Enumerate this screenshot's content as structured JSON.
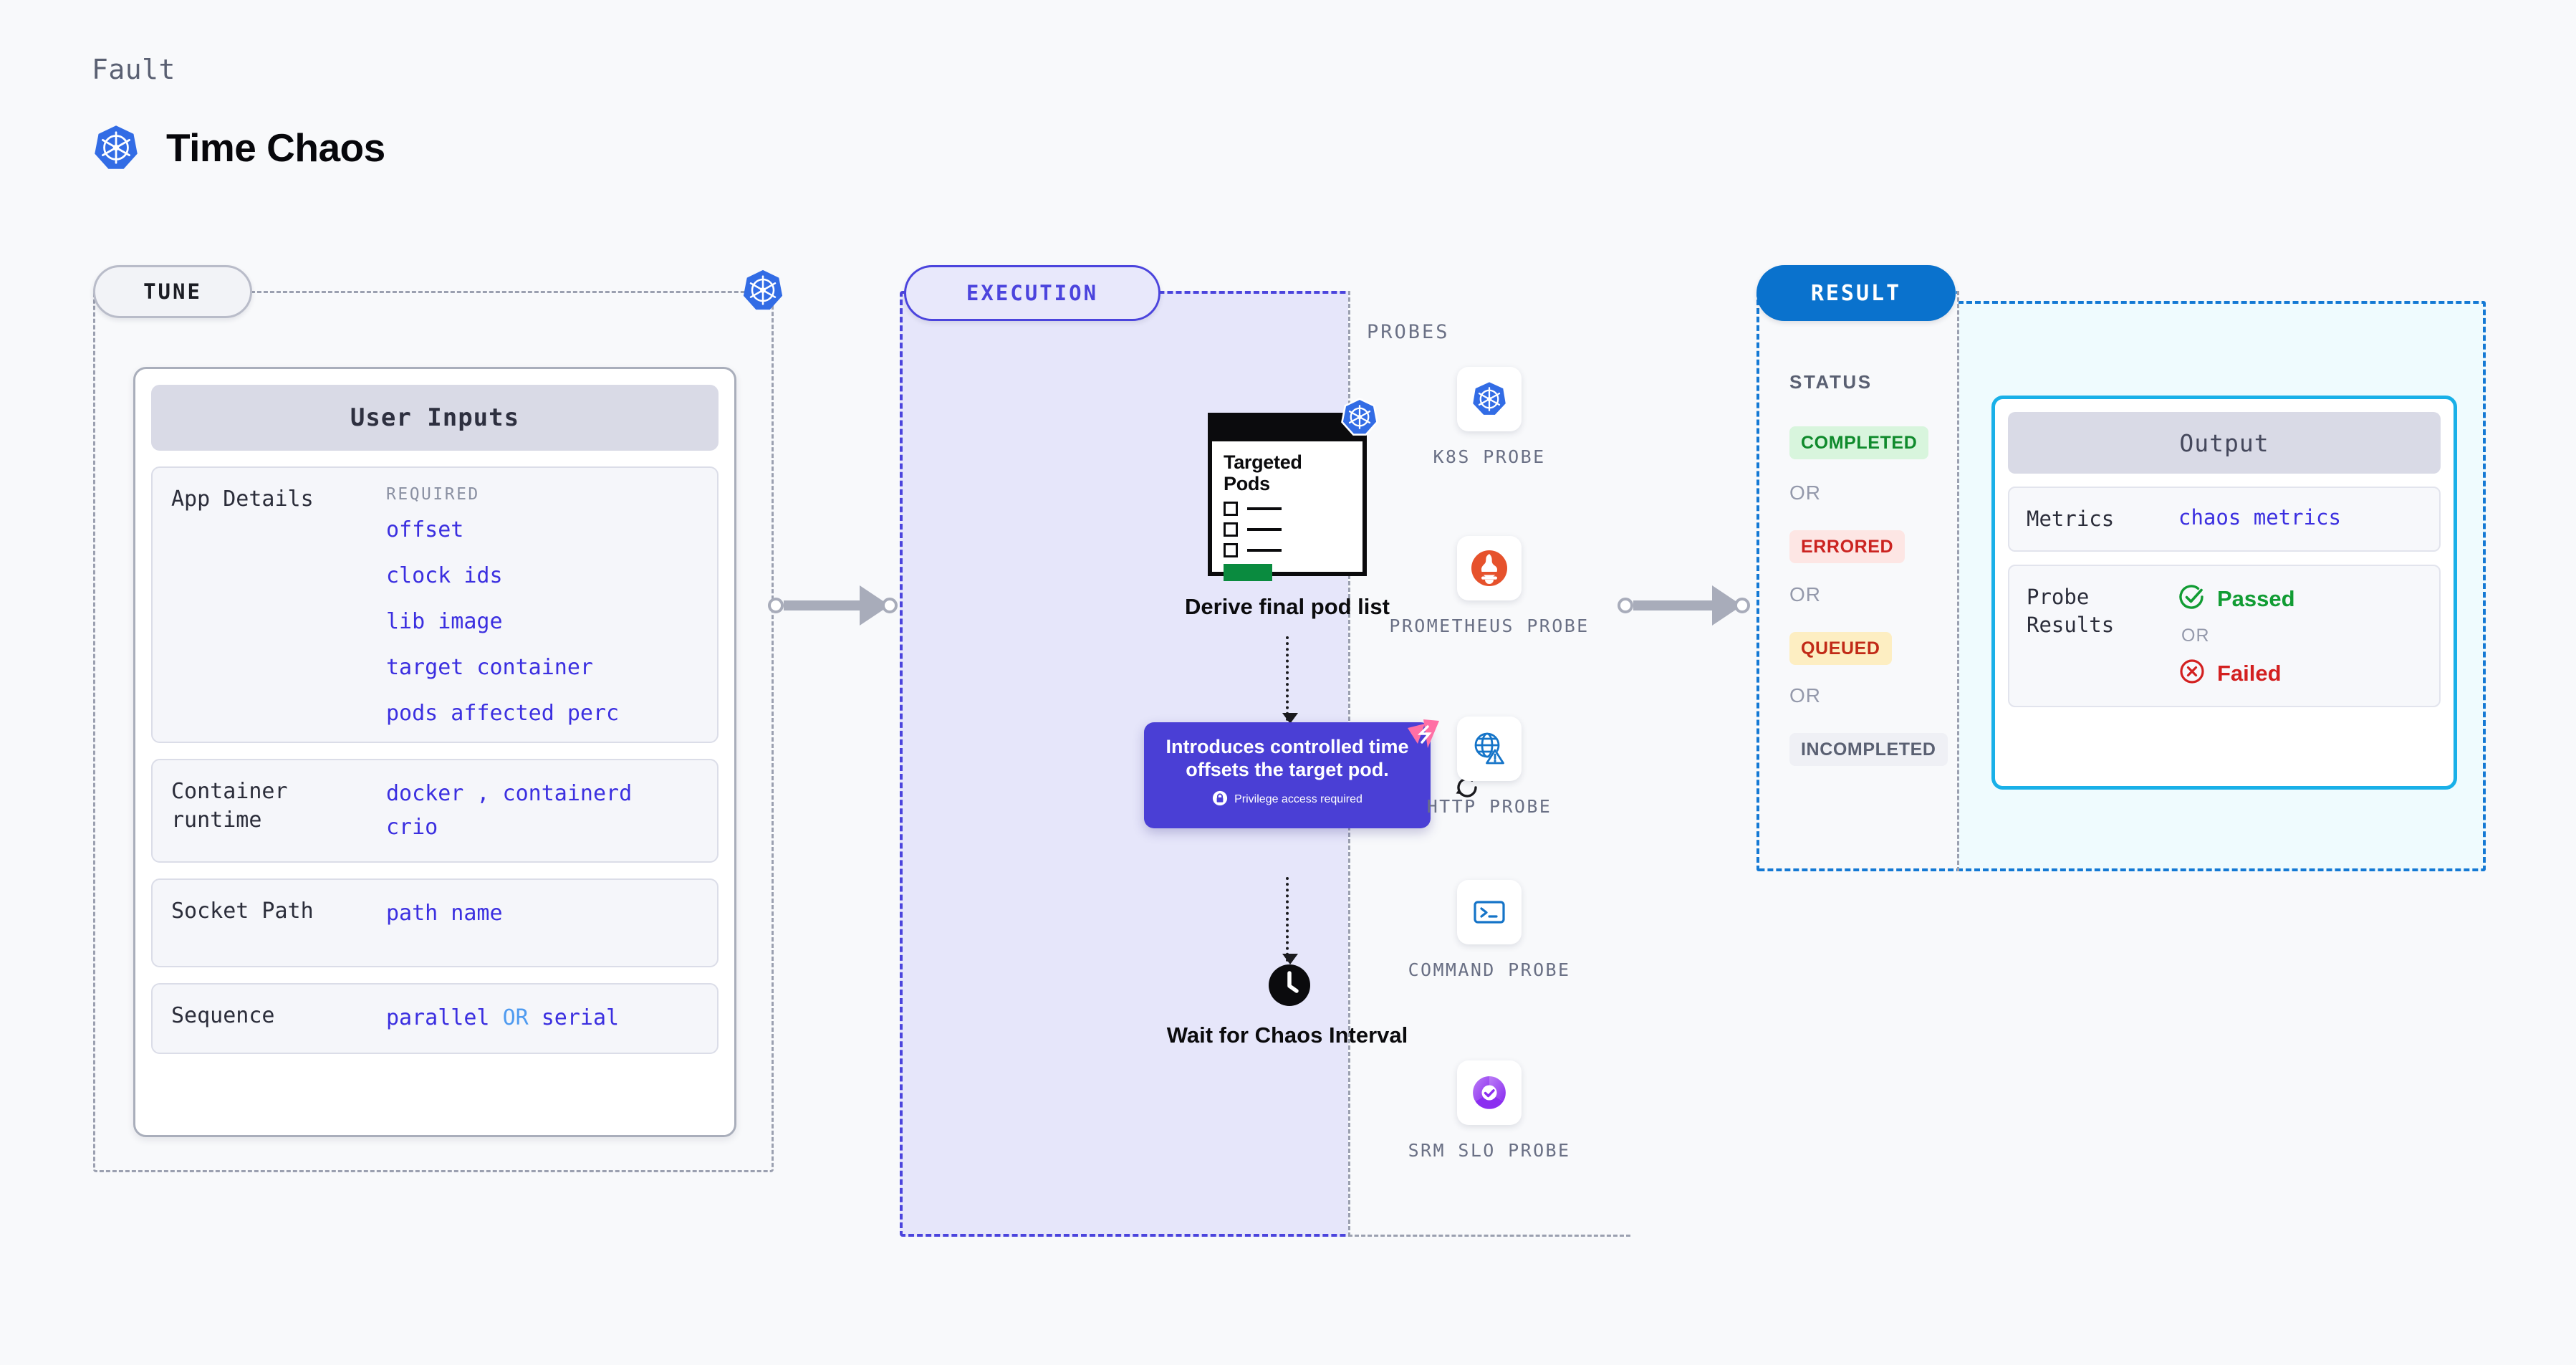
{
  "header": {
    "eyebrow": "Fault",
    "title": "Time Chaos",
    "icon": "kubernetes-icon"
  },
  "tune": {
    "pill_label": "TUNE",
    "badge_icon": "kubernetes-icon",
    "card_title": "User Inputs",
    "rows": [
      {
        "label": "App Details",
        "required_label": "REQUIRED",
        "values": [
          "offset",
          "clock ids",
          "lib image",
          "target container",
          "pods affected perc"
        ]
      },
      {
        "label": "Container runtime",
        "values": [
          "docker , containerd",
          "crio"
        ]
      },
      {
        "label": "Socket Path",
        "values": [
          "path name"
        ]
      },
      {
        "label": "Sequence",
        "value_left": "parallel",
        "value_or": "OR",
        "value_right": "serial"
      }
    ]
  },
  "execution": {
    "pill_label": "EXECUTION",
    "pods_card": {
      "title": "Targeted Pods",
      "badge_icon": "kubernetes-icon",
      "checkbox_count": 3
    },
    "step1_caption": "Derive final pod list",
    "fault_box": {
      "description": "Introduces controlled time offsets the target pod.",
      "privilege_note": "Privilege access required",
      "privilege_icon": "lock-icon",
      "corner_icon": "chaos-fault-icon",
      "side_icon": "loop-refresh-icon"
    },
    "step2_caption": "Wait for Chaos Interval",
    "step2_icon": "clock-icon"
  },
  "probes": {
    "section_label": "PROBES",
    "items": [
      {
        "label": "K8S PROBE",
        "icon": "kubernetes-icon"
      },
      {
        "label": "PROMETHEUS PROBE",
        "icon": "prometheus-icon"
      },
      {
        "label": "HTTP PROBE",
        "icon": "globe-warning-icon"
      },
      {
        "label": "COMMAND PROBE",
        "icon": "terminal-icon"
      },
      {
        "label": "SRM SLO PROBE",
        "icon": "slo-donut-check-icon"
      }
    ]
  },
  "result": {
    "pill_label": "RESULT",
    "status_label": "STATUS",
    "or_label": "OR",
    "statuses": [
      {
        "label": "COMPLETED",
        "color": "#0f8a2c",
        "bg": "#d8f5dd"
      },
      {
        "label": "ERRORED",
        "color": "#cb2320",
        "bg": "#fde6e4"
      },
      {
        "label": "QUEUED",
        "color": "#c12a17",
        "bg": "#fdeec2"
      },
      {
        "label": "INCOMPLETED",
        "color": "#5a6072",
        "bg": "#eff0f5"
      }
    ],
    "output": {
      "card_title": "Output",
      "metrics_label": "Metrics",
      "metrics_value": "chaos metrics",
      "probe_results_label": "Probe Results",
      "passed_label": "Passed",
      "failed_label": "Failed",
      "or_label": "OR",
      "passed_icon": "check-circle-icon",
      "failed_icon": "x-circle-icon"
    }
  },
  "colors": {
    "accent_indigo": "#4b44dd",
    "accent_blue": "#0a72cd",
    "accent_cyan": "#19b0e8",
    "value_blue": "#3b2fe0",
    "k8s_blue": "#326ce5",
    "pass_green": "#119c33",
    "fail_red": "#d32020",
    "pink": "#ff6fa5"
  }
}
